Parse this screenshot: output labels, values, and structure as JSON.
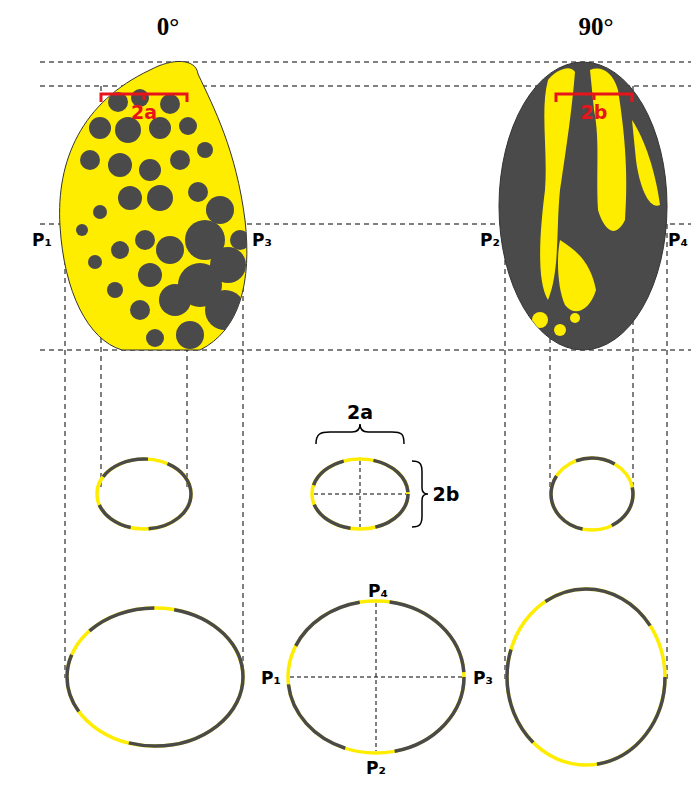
{
  "diagram": {
    "labels": [
      "0°",
      "90°",
      "2a",
      "2b",
      "P₁",
      "P₃",
      "P₂",
      "P₄",
      "2a",
      "2b",
      "P₄",
      "P₁",
      "P₃",
      "P₂"
    ]
  }
}
